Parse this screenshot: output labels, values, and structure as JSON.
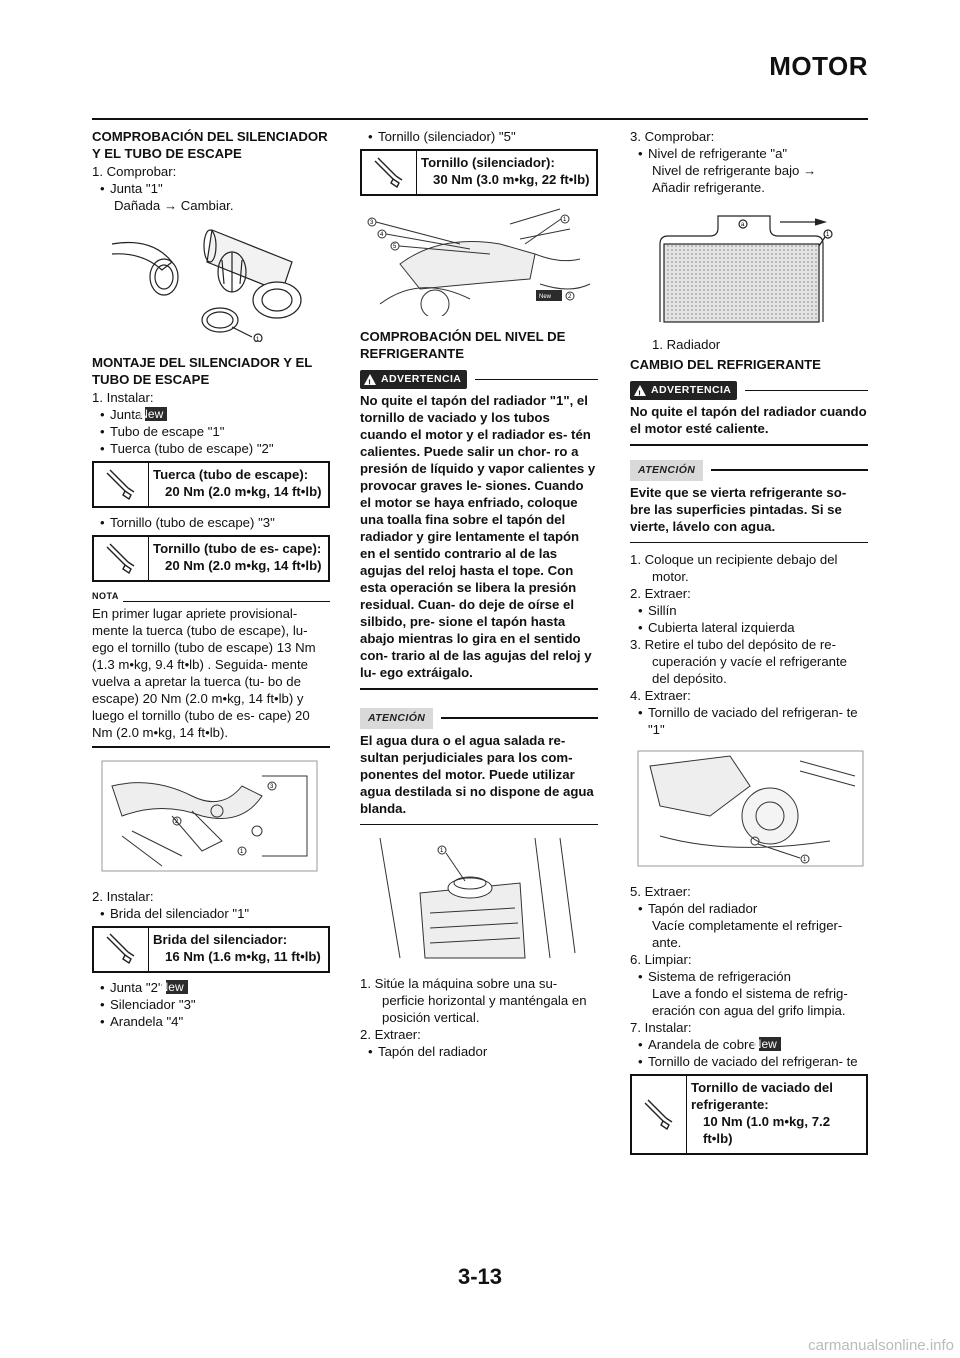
{
  "header": {
    "title": "MOTOR",
    "page_number": "3-13"
  },
  "watermark": "carmanualsonline.info",
  "col1": {
    "sec1_title": "COMPROBACIÓN DEL SILENCIADOR Y EL TUBO DE ESCAPE",
    "s1_step1": "1. Comprobar:",
    "s1_b1": "Junta \"1\"",
    "s1_b1_action": "Dañada → Cambiar.",
    "sec2_title": "MONTAJE DEL SILENCIADOR Y EL TUBO DE ESCAPE",
    "s2_step1": "1. Instalar:",
    "s2_b1": "Junta",
    "s2_b2": "Tubo de escape \"1\"",
    "s2_b3": "Tuerca (tubo de escape) \"2\"",
    "t1_name": "Tuerca (tubo de escape):",
    "t1_val": "20 Nm (2.0 m•kg, 14 ft•lb)",
    "s2_b4": "Tornillo (tubo de escape) \"3\"",
    "t2_name": "Tornillo (tubo de es- cape):",
    "t2_val": "20 Nm (2.0 m•kg, 14 ft•lb)",
    "note_label": "NOTA",
    "note_text": "En primer lugar apriete provisional- mente la tuerca (tubo de escape), lu- ego el tornillo (tubo de escape) 13 Nm (1.3 m•kg, 9.4 ft•lb) . Seguida- mente vuelva a apretar la tuerca (tu- bo de escape) 20 Nm (2.0 m•kg, 14 ft•lb) y luego el tornillo (tubo de es- cape) 20 Nm (2.0 m•kg, 14 ft•lb).",
    "s2_step2": "2. Instalar:",
    "s2_b5": "Brida del silenciador \"1\"",
    "t3_name": "Brida del silenciador:",
    "t3_val": "16 Nm (1.6 m•kg, 11 ft•lb)",
    "s2_b6": "Junta \"2\"",
    "s2_b7": "Silenciador \"3\"",
    "s2_b8": "Arandela \"4\""
  },
  "col2": {
    "b1": "Tornillo (silenciador) \"5\"",
    "t4_name": "Tornillo (silenciador):",
    "t4_val": "30 Nm (3.0 m•kg, 22 ft•lb)",
    "sec3_title": "COMPROBACIÓN DEL NIVEL DE REFRIGERANTE",
    "warn_label": "ADVERTENCIA",
    "warn_text": "No quite el tapón del radiador \"1\", el tornillo de vaciado y los tubos cuando el motor y el radiador es- tén calientes. Puede salir un chor- ro a presión de líquido y vapor calientes y provocar graves le- siones. Cuando el motor se haya enfriado, coloque una toalla fina sobre el tapón del radiador y gire lentamente el tapón en el sentido contrario al de las agujas del reloj hasta el tope. Con esta operación se libera la presión residual. Cuan- do deje de oírse el silbido, pre- sione el tapón hasta abajo mientras lo gira en el sentido con- trario al de las agujas del reloj y lu- ego extráigalo.",
    "caution_label": "ATENCIÓN",
    "caution_text": "El agua dura o el agua salada re- sultan perjudiciales para los com- ponentes del motor. Puede utilizar agua destilada si no dispone de agua blanda.",
    "step1": "1. Sitúe la máquina sobre una su- perficie horizontal y manténgala en posición vertical.",
    "step2": "2. Extraer:",
    "b2": "Tapón del radiador"
  },
  "col3": {
    "step3": "3. Comprobar:",
    "b1": "Nivel de refrigerante \"a\"",
    "b1_action1": "Nivel de refrigerante bajo →",
    "b1_action2": "Añadir refrigerante.",
    "fig_caption": "1. Radiador",
    "sec4_title": "CAMBIO DEL REFRIGERANTE",
    "warn_label": "ADVERTENCIA",
    "warn_text": "No quite el tapón del radiador cuando el motor esté caliente.",
    "caution_label": "ATENCIÓN",
    "caution_text": "Evite que se vierta refrigerante so- bre las superficies pintadas. Si se vierte, lávelo con agua.",
    "c_step1": "1. Coloque un recipiente debajo del motor.",
    "c_step2": "2. Extraer:",
    "c_b1": "Sillín",
    "c_b2": "Cubierta lateral izquierda",
    "c_step3": "3. Retire el tubo del depósito de re- cuperación y vacíe el refrigerante del depósito.",
    "c_step4": "4. Extraer:",
    "c_b3": "Tornillo de vaciado del refrigeran- te \"1\"",
    "c_step5": "5. Extraer:",
    "c_b4": "Tapón del radiador",
    "c_b4_action": "Vacíe completamente el refriger- ante.",
    "c_step6": "6. Limpiar:",
    "c_b5": "Sistema de refrigeración",
    "c_b5_action": "Lave a fondo el sistema de refrig- eración con agua del grifo limpia.",
    "c_step7": "7. Instalar:",
    "c_b6": "Arandela de cobre",
    "c_b7": "Tornillo de vaciado del refrigeran- te",
    "t5_name": "Tornillo de vaciado del refrigerante:",
    "t5_val": "10 Nm (1.0 m•kg, 7.2 ft•lb)"
  },
  "badges": {
    "new": "New"
  },
  "figure_labels": {
    "n1": "1",
    "n2": "2",
    "n3": "3",
    "n4": "4",
    "n5": "5",
    "a": "a"
  }
}
